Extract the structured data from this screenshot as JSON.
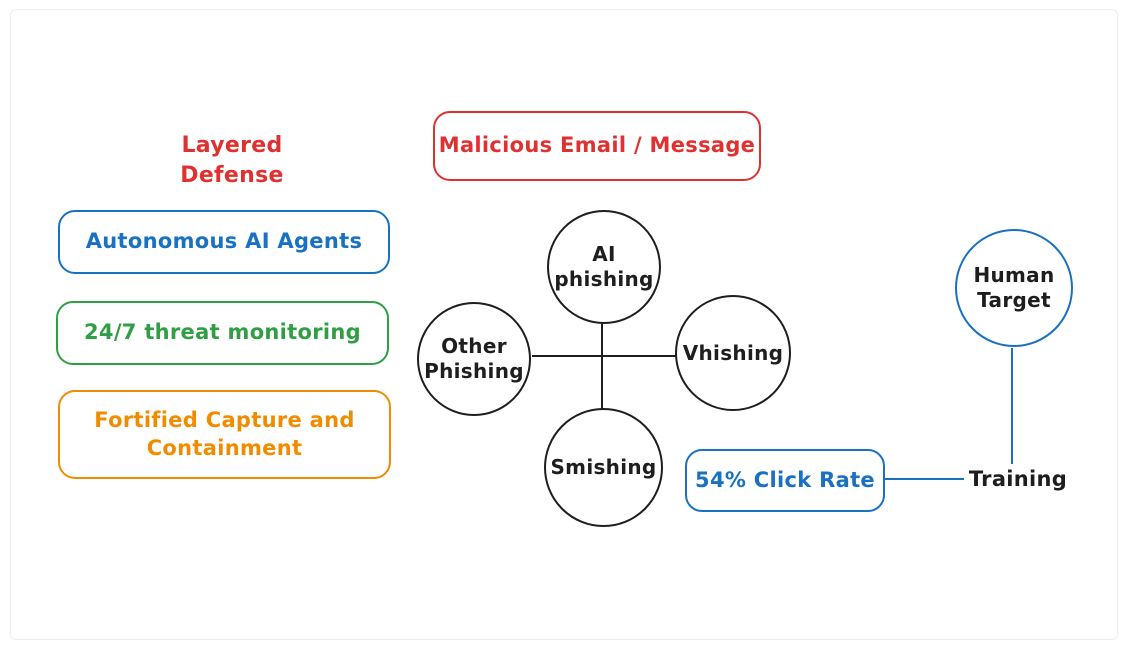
{
  "colors": {
    "red": "#e03131",
    "blue": "#1971c2",
    "green": "#2f9e44",
    "orange": "#f08c00",
    "ink": "#1e1e1e",
    "background": "#ffffff",
    "canvas_border": "#ededed"
  },
  "layered_defense": {
    "title": "Layered Defense",
    "layers": [
      {
        "label": "Autonomous AI Agents",
        "color": "#1971c2"
      },
      {
        "label": "24/7 threat monitoring",
        "color": "#2f9e44"
      },
      {
        "label": "Fortified Capture and Containment",
        "color": "#f08c00"
      }
    ]
  },
  "attack_source": {
    "label": "Malicious Email / Message",
    "color": "#e03131"
  },
  "phishing_cluster": {
    "top": {
      "label": "AI phishing"
    },
    "left": {
      "label": "Other Phishing"
    },
    "right": {
      "label": "Vhishing"
    },
    "bottom": {
      "label": "Smishing"
    }
  },
  "click_rate": {
    "label": "54% Click Rate",
    "color": "#1971c2"
  },
  "human_target": {
    "label": "Human Target",
    "color": "#1971c2"
  },
  "training": {
    "label": "Training"
  }
}
